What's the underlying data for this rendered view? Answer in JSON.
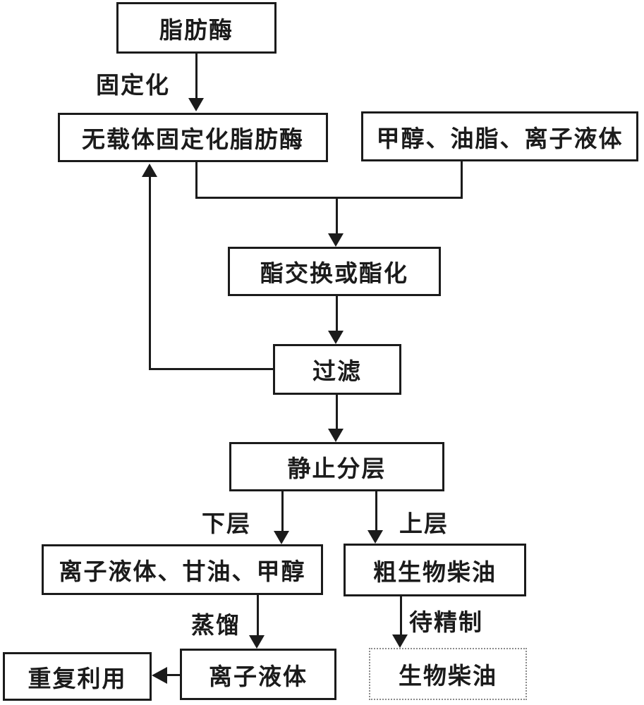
{
  "diagram": {
    "title": "biodiesel-production-flowchart",
    "nodes": {
      "lipase": {
        "label": "脂肪酶"
      },
      "immobilized_lipase": {
        "label": "无载体固定化脂肪酶"
      },
      "feedstock": {
        "label": "甲醇、油脂、离子液体"
      },
      "reaction": {
        "label": "酯交换或酯化"
      },
      "filtration": {
        "label": "过滤"
      },
      "settling": {
        "label": "静止分层"
      },
      "lower_product": {
        "label": "离子液体、甘油、甲醇"
      },
      "crude_biodiesel": {
        "label": "粗生物柴油"
      },
      "ionic_liquid": {
        "label": "离子液体"
      },
      "reuse": {
        "label": "重复利用"
      },
      "biodiesel": {
        "label": "生物柴油"
      }
    },
    "edge_labels": {
      "immobilization": "固定化",
      "lower_layer": "下层",
      "upper_layer": "上层",
      "distillation": "蒸馏",
      "to_be_refined": "待精制"
    },
    "colors": {
      "line": "#1b1b1b",
      "text": "#1b1b1b",
      "background": "#ffffff",
      "dotted_border": "#8a8a8a"
    }
  }
}
